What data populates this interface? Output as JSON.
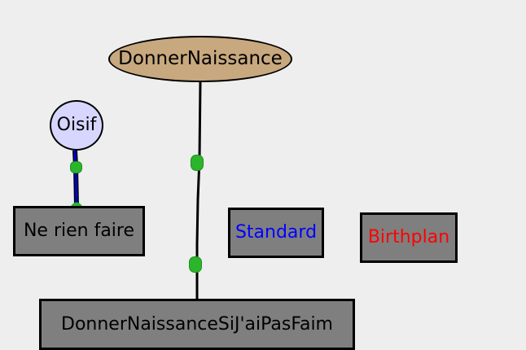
{
  "diagram": {
    "nodes": {
      "donner_naissance": {
        "label": "DonnerNaissance",
        "fill": "#c8a87e",
        "text_color": "#000000"
      },
      "oisif": {
        "label": "Oisif",
        "fill": "#d6d6ff",
        "text_color": "#000000"
      },
      "ne_rien_faire": {
        "label": "Ne rien faire",
        "fill": "#7f7f7f",
        "text_color": "#000000"
      },
      "standard": {
        "label": "Standard",
        "fill": "#7f7f7f",
        "text_color": "#0000ff"
      },
      "birthplan": {
        "label": "Birthplan",
        "fill": "#7f7f7f",
        "text_color": "#ff0000"
      },
      "donner_naissance_sij": {
        "label": "DonnerNaissanceSiJ'aiPasFaim",
        "fill": "#7f7f7f",
        "text_color": "#000000"
      }
    },
    "edges": [
      {
        "from": "donner_naissance",
        "to": "donner_naissance_sij",
        "color": "#000000"
      },
      {
        "from": "oisif",
        "to": "ne_rien_faire",
        "color": "#0000cc"
      }
    ],
    "colors": {
      "background": "#eeeeee",
      "handle": "#2bb52b",
      "highlight_edge": "#0000cc"
    }
  }
}
